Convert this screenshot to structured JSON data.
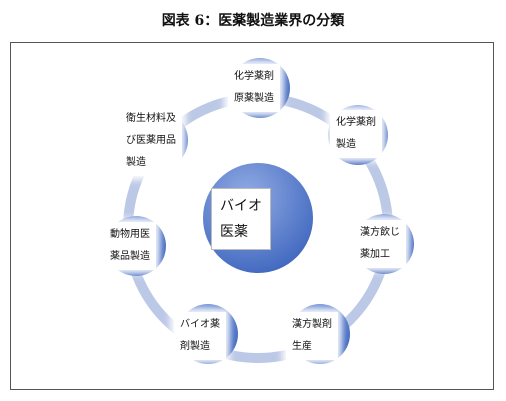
{
  "title": "図表 6：医薬製造業界の分類",
  "center": {
    "lines": [
      "バイオ",
      "医薬"
    ]
  },
  "nodes": [
    {
      "lines": [
        "化学薬剤",
        "原薬製造"
      ]
    },
    {
      "lines": [
        "化学薬剤",
        "製造"
      ]
    },
    {
      "lines": [
        "漢方飲じ",
        "薬加工"
      ]
    },
    {
      "lines": [
        "漢方製剤",
        "生産"
      ]
    },
    {
      "lines": [
        "バイオ薬",
        "剤製造"
      ]
    },
    {
      "lines": [
        "動物用医",
        "薬品製造"
      ]
    },
    {
      "lines": [
        "衛生材料及",
        "び医薬用品",
        "製造"
      ]
    }
  ],
  "colors": {
    "ring": "#bcc9e6",
    "node": "#4a73c7",
    "node_light": "#7d9bdc",
    "frame": "#555555"
  }
}
